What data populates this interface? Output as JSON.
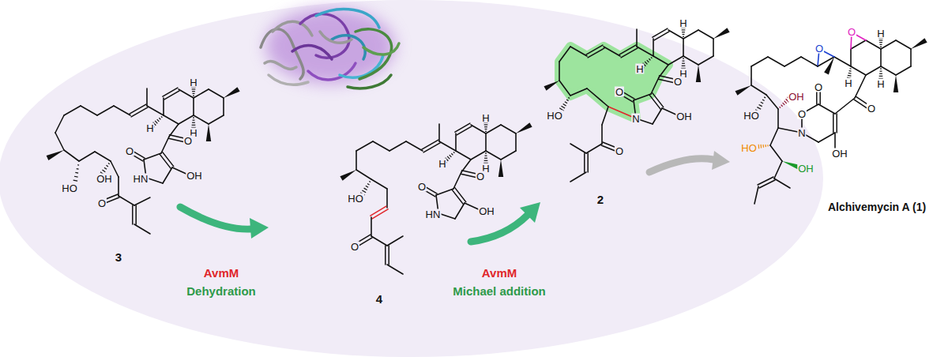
{
  "diagram": {
    "labels": [
      "H",
      "H",
      "H",
      "O",
      "HN",
      "O",
      "OH",
      "HO",
      "OH",
      "O",
      "3",
      "AvmM",
      "Dehydration",
      "H",
      "H",
      "H",
      "O",
      "HN",
      "O",
      "OH",
      "HO",
      "O",
      "4",
      "AvmM",
      "Michael addition",
      "H",
      "H",
      "H",
      "O",
      "N",
      "O",
      "OH",
      "HO",
      "O",
      "2",
      "O",
      "O",
      "H",
      "H",
      "H",
      "HO",
      "OH",
      "O",
      "N",
      "O",
      "O",
      "OH",
      "HO",
      "OH",
      "Alchivemycin A (1)"
    ]
  }
}
